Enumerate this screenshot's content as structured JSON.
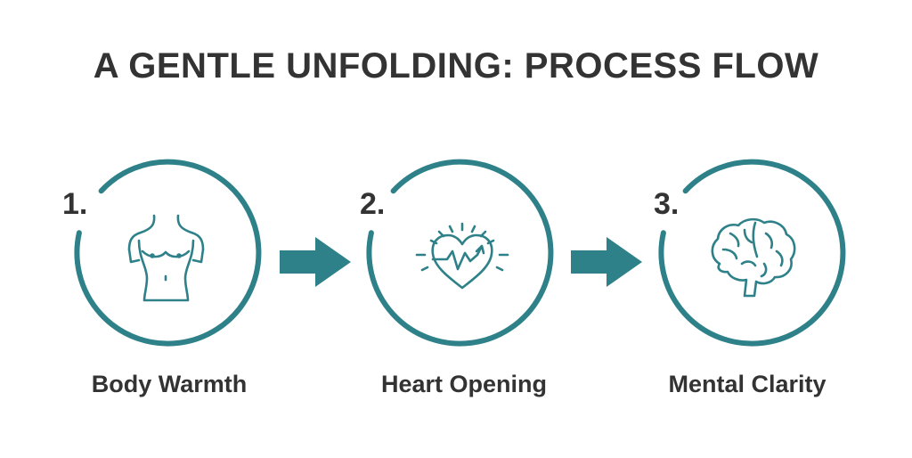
{
  "title": "A GENTLE UNFOLDING: PROCESS FLOW",
  "colors": {
    "accent": "#2e8189",
    "text": "#333333",
    "background": "#ffffff"
  },
  "steps": [
    {
      "number": "1.",
      "label": "Body Warmth",
      "icon": "torso-icon"
    },
    {
      "number": "2.",
      "label": "Heart Opening",
      "icon": "heart-pulse-icon"
    },
    {
      "number": "3.",
      "label": "Mental Clarity",
      "icon": "brain-icon"
    }
  ]
}
